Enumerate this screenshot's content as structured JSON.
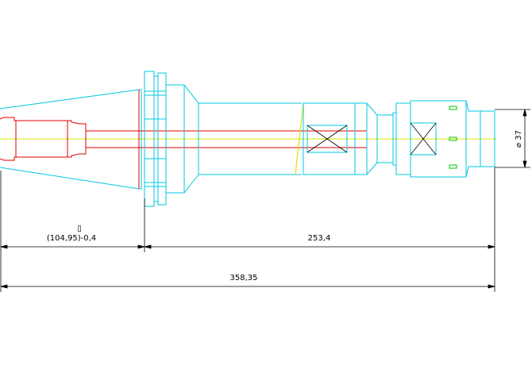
{
  "colors": {
    "outline": "#00c8e0",
    "bore": "#e00000",
    "axis": "#e0e000",
    "dimension": "#000000",
    "keyway": "#00c800"
  },
  "dimensions": {
    "taper_box": "▯",
    "taper_length": "(104,95)-0,4",
    "body_length": "253,4",
    "total_length": "358,35",
    "diameter": "⌀ 37"
  }
}
